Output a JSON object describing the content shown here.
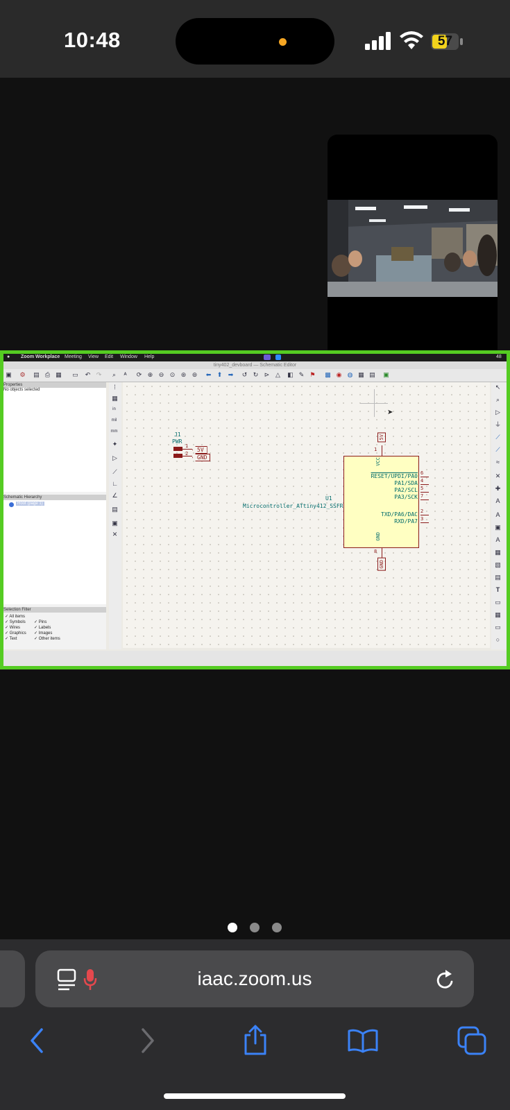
{
  "status_bar": {
    "time": "10:48",
    "battery": "57"
  },
  "zoom_menubar": {
    "items": [
      "Zoom Workplace",
      "Meeting",
      "View",
      "Edit",
      "Window",
      "Help"
    ],
    "right": "48"
  },
  "kicad": {
    "window_title": "tiny402_devboard — Schematic Editor",
    "properties": {
      "header": "Properties",
      "value": "No objects selected"
    },
    "hierarchy": {
      "header": "Schematic Hierarchy",
      "root": "Root (page 1)"
    },
    "selection_filter": {
      "header": "Selection Filter",
      "col1": [
        "All items",
        "Symbols",
        "Wires",
        "Graphics",
        "Text"
      ],
      "col2": [
        "Pins",
        "Labels",
        "Images",
        "Other items"
      ]
    },
    "units": [
      "in",
      "mil",
      "mm"
    ],
    "j1": {
      "ref": "J1",
      "value": "PWR",
      "pins": [
        {
          "num": "1",
          "name": "5V"
        },
        {
          "num": "2",
          "name": "GND"
        }
      ]
    },
    "u1": {
      "ref": "U1",
      "value": "Microcontroller_ATtiny412_SSFR",
      "vcc": {
        "label": "VCC",
        "num": "1",
        "net": "5V"
      },
      "gnd": {
        "label": "GND",
        "num": "8",
        "net": "GND"
      },
      "pins": [
        {
          "name": "RESET/UPDI/PA0",
          "num": "6"
        },
        {
          "name": "PA1/SDA",
          "num": "4"
        },
        {
          "name": "PA2/SCL",
          "num": "5"
        },
        {
          "name": "PA3/SCK",
          "num": "7"
        },
        {
          "name": "TXD/PA6/DAC",
          "num": "2"
        },
        {
          "name": "RXD/PA7",
          "num": "3"
        }
      ]
    }
  },
  "safari": {
    "url": "iaac.zoom.us"
  },
  "colors": {
    "share_border": "#55cc22",
    "ios_blue": "#3b82f6",
    "schematic_red": "#8b1a1a",
    "schematic_teal": "#006b6b",
    "symbol_fill": "#ffffc2"
  }
}
